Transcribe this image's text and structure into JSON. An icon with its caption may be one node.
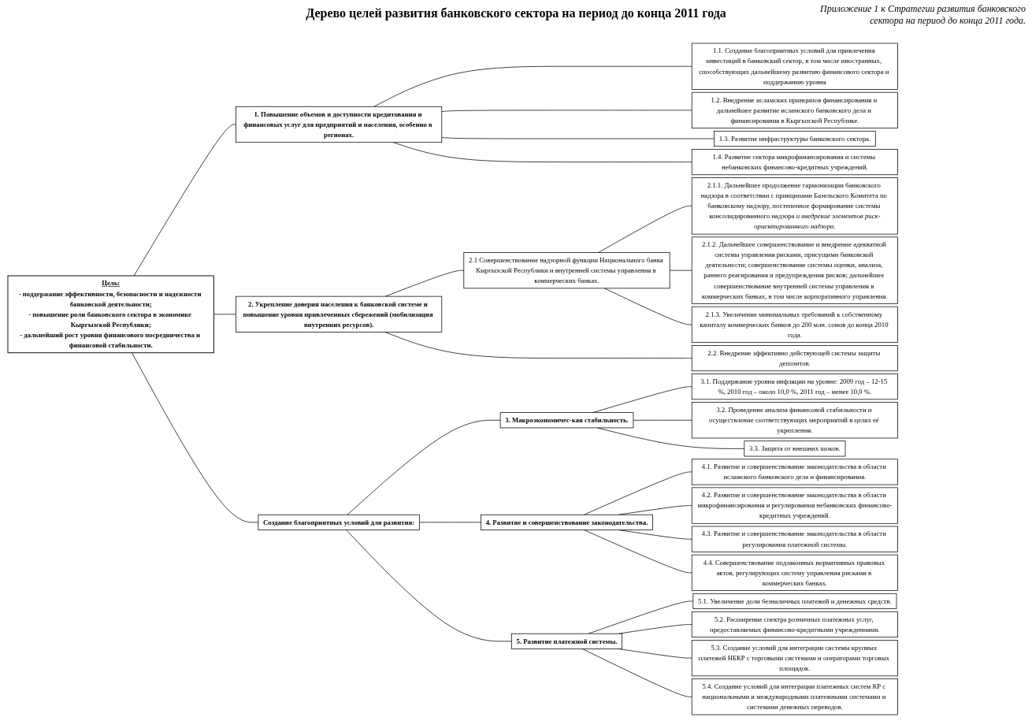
{
  "diagram": {
    "title": "Дерево целей развития банковского сектора на период до конца 2011 года",
    "nodes": [
      {
        "text": [
          "Цель:",
          "- поддержание эффективности, безопасности и надежности банковской деятельности;",
          "- повышение роли банковского сектора в экономике Кыргызской Республики;",
          "- дальнейший рост уровня финансового посредничества и финансовой стабильности."
        ]
      },
      {
        "text": [
          "1. Повышение объемов и доступности кредитования и финансовых услуг для предприятий и населения, особенно в регионах."
        ]
      },
      {
        "text": [
          "2. Укрепление доверия населения к банковской системе и повышение уровня привлеченных сбережений (мобилизация внутренних ресурсов)."
        ]
      },
      {
        "text": [
          "Создание благоприятных условий для развития:"
        ]
      },
      {
        "text": [
          "3. Макроэкономичес-кая стабильность."
        ]
      },
      {
        "text": [
          "4. Развитие и совершенствование законодательства."
        ]
      },
      {
        "text": [
          "5. Развитие платежной системы."
        ]
      },
      {
        "text": [
          "1.1. Создание благоприятных условий для привлечения инвестиций в банковский сектор, в том числе иностранных, способствующих дальнейшему развитию финансового сектора и поддержанию уровня"
        ]
      },
      {
        "text": [
          "1.2. Внедрение исламских принципов финансирования и дальнейшее развитие исламского банковского дела и финансирования в Кыргызской Республике."
        ]
      },
      {
        "text": [
          "1.3. Развитие инфраструктуры банковского сектора."
        ]
      },
      {
        "text": [
          "1.4. Развитие сектора микрофинансирования и системы небанковских финансово-кредитных учреждений."
        ]
      },
      {
        "text": [
          "2.1 Совершенствование надзорной функции Национального банка Кыргызской Республики и внутренней системы управления в коммерческих банках."
        ]
      },
      {
        "text": [
          "2.1.1. Дальнейшее продолжение гармонизации банковского надзора в соответствии с принципами Базельского Комитета по банковскому надзору, постепенное формирование системы консолидированного надзора *и внедрение элементов риск-ориентированного надзора*."
        ]
      },
      {
        "text": [
          "2.1.2. Дальнейшее совершенствование и внедрение адекватной системы управления рисками, присущими банковской деятельности; совершенствование системы оценки, анализа, раннего реагирования и предупреждения рисков; дальнейшее совершенствование внутренней системы управления в коммерческих банках, в том числе корпоративного управления."
        ]
      },
      {
        "text": [
          "2.1.3. Увеличение минимальных требований к собственному капиталу коммерческих банков до 200 млн. сомов до конца 2010 года."
        ]
      },
      {
        "text": [
          "2.2. Внедрение эффективно действующей системы защиты депозитов."
        ]
      },
      {
        "text": [
          "3.1. Поддержание уровня инфляции на уровне: 2009 год – 12-15 %, 2010 год – около 10,0 %, 2011 год – менее 10,0 %."
        ]
      },
      {
        "text": [
          "3.2. Проведение анализа финансовой стабильности и осуществление соответствующих мероприятий в целях её укрепления."
        ]
      },
      {
        "text": [
          "3.3. Защита от внешних шоков."
        ]
      },
      {
        "text": [
          "4.1. Развитие и совершенствование законодательства в области исламского банковского дела и финансирования."
        ]
      },
      {
        "text": [
          "4.2. Развитие и совершенствование законодательства в области микрофинансирования и регулирования небанковских финансово-кредитных учреждений."
        ]
      },
      {
        "text": [
          "4.3. Развитие и совершенствование законодательства в области регулирования платежной системы."
        ]
      },
      {
        "text": [
          "4.4. Совершенствование подзаконных нормативных правовых актов, регулирующих систему управления рисками в коммерческих банках."
        ]
      },
      {
        "text": [
          "5.1. Увеличение доли безналичных платежей и денежных средств."
        ]
      },
      {
        "text": [
          "5.2. Расширение спектра розничных платежных услуг, предоставляемых финансово-кредитными учреждениями."
        ]
      },
      {
        "text": [
          "5.3. Создание условий для интеграции системы крупных платежей НБКР с торговыми системами и операторами торговых площадок."
        ]
      },
      {
        "text": [
          "5.4. Создание условий для интеграции платежных систем КР с национальными и международными платежными системами и системами денежных переводов."
        ]
      }
    ],
    "edges": [
      {
        "from": 0,
        "to": 1,
        "arrow": "none"
      },
      {
        "from": 0,
        "to": 2,
        "arrow": "none"
      },
      {
        "from": 0,
        "to": 3,
        "arrow": "none"
      },
      {
        "from": 3,
        "to": 4,
        "arrow": "none"
      },
      {
        "from": 3,
        "to": 5,
        "arrow": "none"
      },
      {
        "from": 3,
        "to": 6,
        "arrow": "none"
      },
      {
        "from": 1,
        "to": 7,
        "arrow": "none"
      },
      {
        "from": 1,
        "to": 8,
        "arrow": "none"
      },
      {
        "from": 1,
        "to": 9,
        "arrow": "none"
      },
      {
        "from": 1,
        "to": 10,
        "arrow": "none"
      },
      {
        "from": 2,
        "to": 11,
        "arrow": "none"
      },
      {
        "from": 11,
        "to": 12,
        "arrow": "none"
      },
      {
        "from": 11,
        "to": 13,
        "arrow": "none"
      },
      {
        "from": 11,
        "to": 14,
        "arrow": "none"
      },
      {
        "from": 2,
        "to": 15,
        "arrow": "none"
      },
      {
        "from": 4,
        "to": 16,
        "arrow": "none"
      },
      {
        "from": 4,
        "to": 17,
        "arrow": "none"
      },
      {
        "from": 4,
        "to": 18,
        "arrow": "none"
      },
      {
        "from": 5,
        "to": 19,
        "arrow": "none"
      },
      {
        "from": 5,
        "to": 20,
        "arrow": "none"
      },
      {
        "from": 5,
        "to": 21,
        "arrow": "none"
      },
      {
        "from": 5,
        "to": 22,
        "arrow": "none"
      },
      {
        "from": 6,
        "to": 23,
        "arrow": "none"
      },
      {
        "from": 6,
        "to": 24,
        "arrow": "none"
      },
      {
        "from": 6,
        "to": 25,
        "arrow": "none"
      },
      {
        "from": 6,
        "to": 26,
        "arrow": "none"
      }
    ],
    "labels": [
      "Приложение 1 к Стратегии развития банковского сектора на период до конца 2011 года."
    ]
  }
}
